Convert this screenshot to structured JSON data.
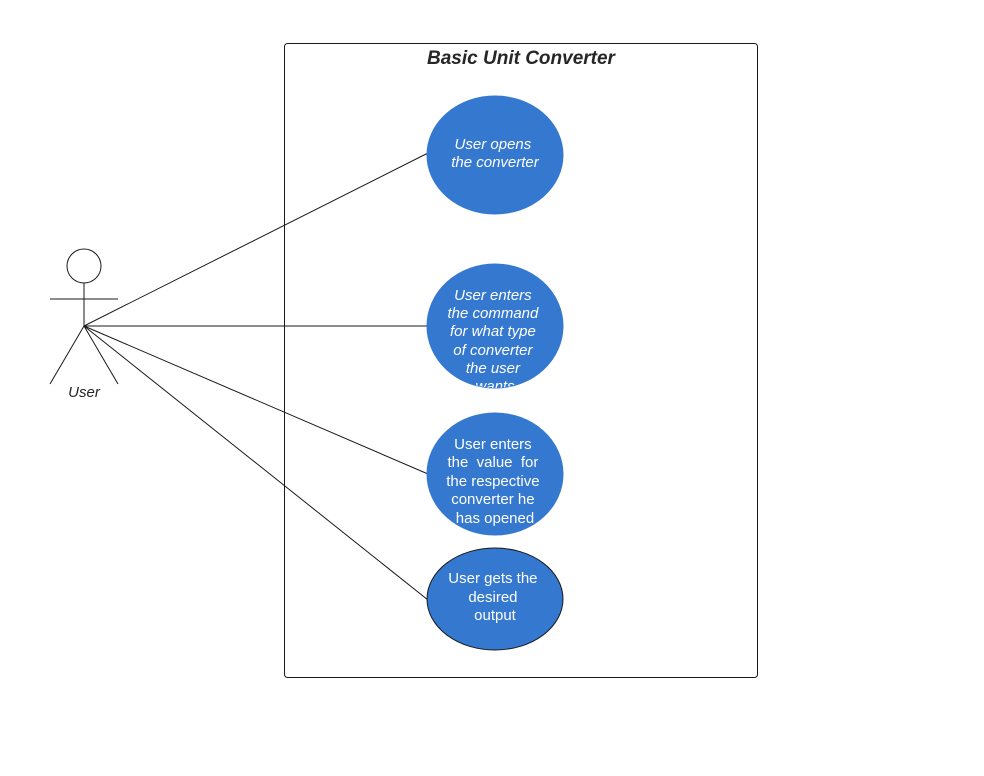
{
  "system": {
    "title": "Basic Unit Converter"
  },
  "actor": {
    "label": "User"
  },
  "colors": {
    "use_case_fill": "#3478cf",
    "line": "#1a1a1a",
    "text_dark": "#262626",
    "text_light": "#ffffff"
  },
  "use_cases": [
    {
      "lines": [
        "User opens",
        "the converter"
      ],
      "italic": true
    },
    {
      "lines": [
        "User enters",
        "the command",
        "for what type",
        "of converter",
        "the user",
        "wants"
      ],
      "italic": true
    },
    {
      "lines": [
        "User enters",
        "the  value  for",
        "the respective",
        "converter he",
        "has opened"
      ],
      "italic": false
    },
    {
      "lines": [
        "User gets the",
        "desired",
        "output"
      ],
      "italic": false
    }
  ]
}
